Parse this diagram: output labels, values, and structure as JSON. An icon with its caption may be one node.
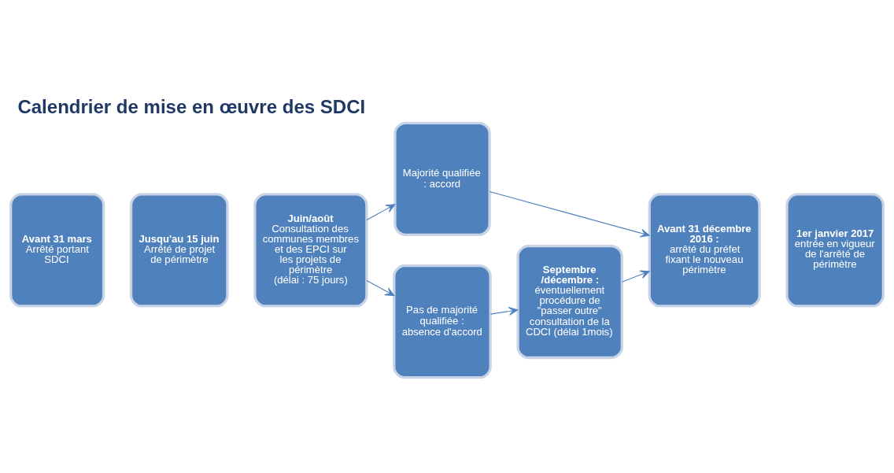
{
  "diagram": {
    "title": "Calendrier de mise en œuvre des SDCI",
    "nodes": [
      {
        "text": [
          "Avant 31 mars",
          "Arrêté portant SDCI"
        ]
      },
      {
        "text": [
          "Jusqu'au 15 juin",
          "Arrêté de projet de périmètre"
        ]
      },
      {
        "text": [
          "Juin/août",
          "Consultation des communes membres et des EPCI sur les projets de périmètre",
          "(délai : 75 jours)"
        ]
      },
      {
        "text": [
          "Majorité qualifiée : accord"
        ]
      },
      {
        "text": [
          "Pas de majorité qualifiée : absence d'accord"
        ]
      },
      {
        "text": [
          "Septembre /décembre :",
          "éventuellement procédure de \"passer outre\" consultation de la CDCI (délai 1mois)"
        ]
      },
      {
        "text": [
          "Avant 31 décembre 2016 :",
          "arrêté du préfet fixant le nouveau périmètre"
        ]
      },
      {
        "text": [
          "1er janvier 2017",
          "entrée en vigueur de l'arrêté de périmètre"
        ]
      }
    ],
    "edges": [
      {
        "from": 2,
        "to": 3,
        "arrow": "to"
      },
      {
        "from": 2,
        "to": 4,
        "arrow": "to"
      },
      {
        "from": 3,
        "to": 6,
        "arrow": "to"
      },
      {
        "from": 4,
        "to": 5,
        "arrow": "to"
      },
      {
        "from": 5,
        "to": 6,
        "arrow": "to"
      }
    ]
  }
}
